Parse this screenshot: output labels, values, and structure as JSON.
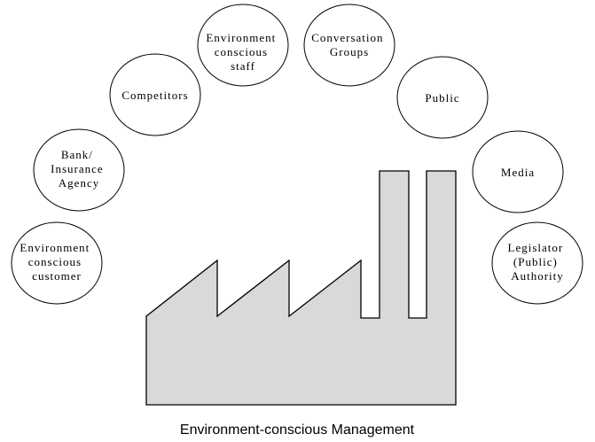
{
  "stakeholders": {
    "customer": [
      "Environment",
      "conscious",
      "customer"
    ],
    "bank": [
      "Bank/",
      "Insurance",
      "Agency"
    ],
    "competitors": [
      "Competitors"
    ],
    "staff": [
      "Environment",
      "conscious",
      "staff"
    ],
    "conversation": [
      "Conversation",
      "Groups"
    ],
    "public": [
      "Public"
    ],
    "media": [
      "Media"
    ],
    "legislator": [
      "Legislator",
      "(Public)",
      "Authority"
    ]
  },
  "caption": "Environment-conscious Management",
  "colors": {
    "factory_fill": "#d9d9d9",
    "outline": "#000000"
  }
}
